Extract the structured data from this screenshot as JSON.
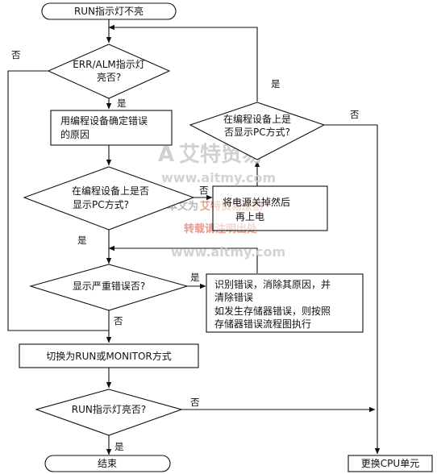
{
  "nodes": {
    "start": "RUN指示灯不亮",
    "q_err_alm": [
      "ERR/ALM指示灯",
      "亮否?"
    ],
    "confirm_error": [
      "用编程设备确定错误",
      "的原因"
    ],
    "q_pc_mode_1": [
      "在编程设备上是否",
      "显示PC方式?"
    ],
    "q_serious": "显示严重错误否?",
    "switch_mode": "切换为RUN或MONITOR方式",
    "q_run_on": "RUN指示灯亮否?",
    "end": "结束",
    "q_pc_mode_2": [
      "在编程设备上是",
      "否显示PC方式?"
    ],
    "power_cycle": [
      "将电源关掉然后",
      "再上电"
    ],
    "identify_error": [
      "识别错误，消除其原因，并",
      "清除错误",
      "如发生存储器错误，则按照",
      "存储器错误流程图执行"
    ],
    "replace_cpu": "更换CPU单元"
  },
  "edge_labels": {
    "err_no": "否",
    "err_yes": "是",
    "pc1_no": "否",
    "pc1_yes": "是",
    "serious_yes": "是",
    "serious_no": "否",
    "run_no": "否",
    "run_yes": "是",
    "pc2_yes": "是",
    "pc2_no": "否"
  },
  "watermark": {
    "brand": "艾特贸易",
    "url": "www.aitmy.com",
    "notice_prefix": "本文为",
    "notice_brand": "艾特贸易原创",
    "notice_line2": "转载请注明出处"
  }
}
